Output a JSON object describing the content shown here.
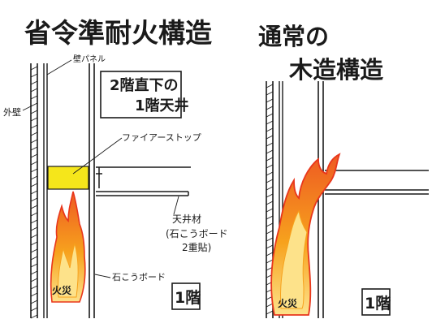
{
  "left": {
    "title": "省令準耐火構造",
    "label_wall_panel": "壁パネル",
    "label_outer_wall": "外壁",
    "box_line1": "2階直下の",
    "box_line2": "1階天井",
    "label_fire_stop": "ファイアーストップ",
    "label_ceiling_1": "天井材",
    "label_ceiling_2": "(石こうボード",
    "label_ceiling_3": "2重貼)",
    "label_gypsum": "石こうボード",
    "label_fire": "火災",
    "floor_label": "1階"
  },
  "right": {
    "title_line1": "通常の",
    "title_line2": "木造構造",
    "label_fire": "火災",
    "floor_label": "1階"
  },
  "colors": {
    "fire_stop": "#f5e61b",
    "flame_outer": "#e8361c",
    "flame_mid": "#f7a21d",
    "flame_inner": "#fde28a",
    "ink": "#1a1a1a"
  }
}
